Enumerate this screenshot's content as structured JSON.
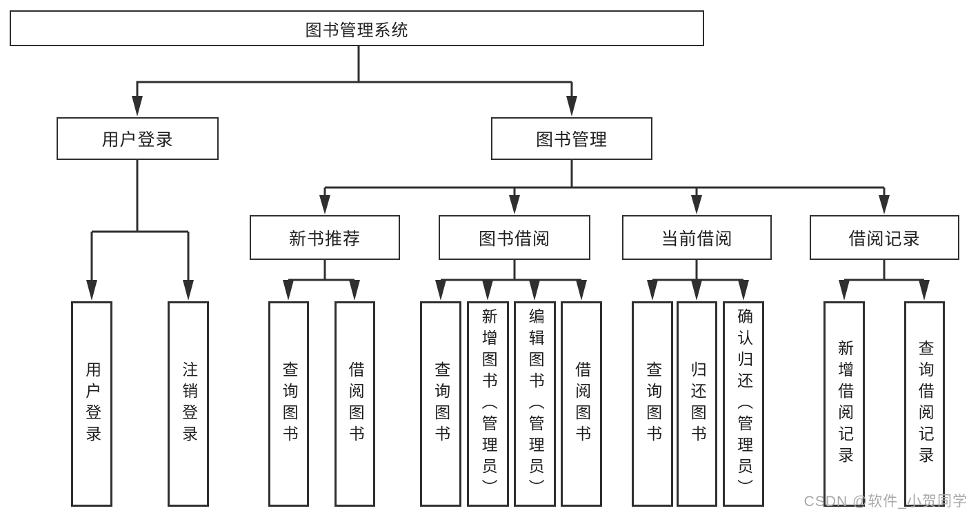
{
  "diagram": {
    "root": {
      "label": "图书管理系统"
    },
    "branches": [
      {
        "label": "用户登录",
        "children": [
          {
            "label": "用户登录"
          },
          {
            "label": "注销登录"
          }
        ]
      },
      {
        "label": "图书管理",
        "children": [
          {
            "label": "新书推荐",
            "children": [
              {
                "label": "查询图书"
              },
              {
                "label": "借阅图书"
              }
            ]
          },
          {
            "label": "图书借阅",
            "children": [
              {
                "label": "查询图书"
              },
              {
                "label": "新增图书（管理员）"
              },
              {
                "label": "编辑图书（管理员）"
              },
              {
                "label": "借阅图书"
              }
            ]
          },
          {
            "label": "当前借阅",
            "children": [
              {
                "label": "查询图书"
              },
              {
                "label": "归还图书"
              },
              {
                "label": "确认归还（管理员）"
              }
            ]
          },
          {
            "label": "借阅记录",
            "children": [
              {
                "label": "新增借阅记录"
              },
              {
                "label": "查询借阅记录"
              }
            ]
          }
        ]
      }
    ],
    "watermark": "CSDN @软件_小贺同学",
    "colors": {
      "line": "#2f2f2f",
      "box_border": "#2f2f2f",
      "text": "#1f1f1f",
      "background": "#ffffff",
      "watermark": "#a8a8a8"
    }
  }
}
